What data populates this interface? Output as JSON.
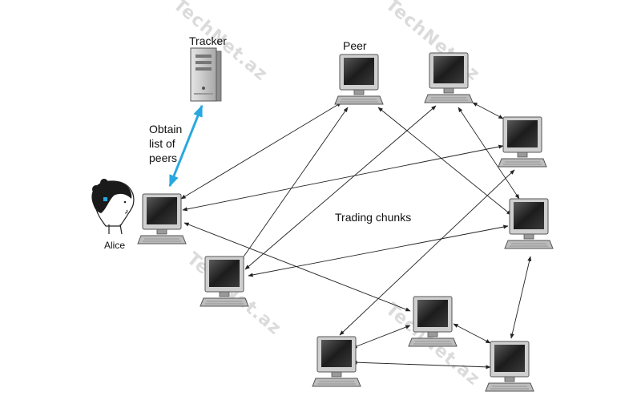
{
  "labels": {
    "tracker": "Tracker",
    "peer": "Peer",
    "obtain_line1": "Obtain",
    "obtain_line2": "list of",
    "obtain_line3": "peers",
    "trading": "Trading chunks",
    "alice": "Alice"
  },
  "watermark": "TechNet.az",
  "colors": {
    "tracker_link": "#29a8e0",
    "peer_link": "#333333",
    "screen": "#2a2a2a",
    "monitor_body": "#c8c8c8"
  },
  "icons": {
    "tracker": "server-tower-icon",
    "peer": "desktop-computer-icon",
    "alice": "person-head-icon"
  }
}
